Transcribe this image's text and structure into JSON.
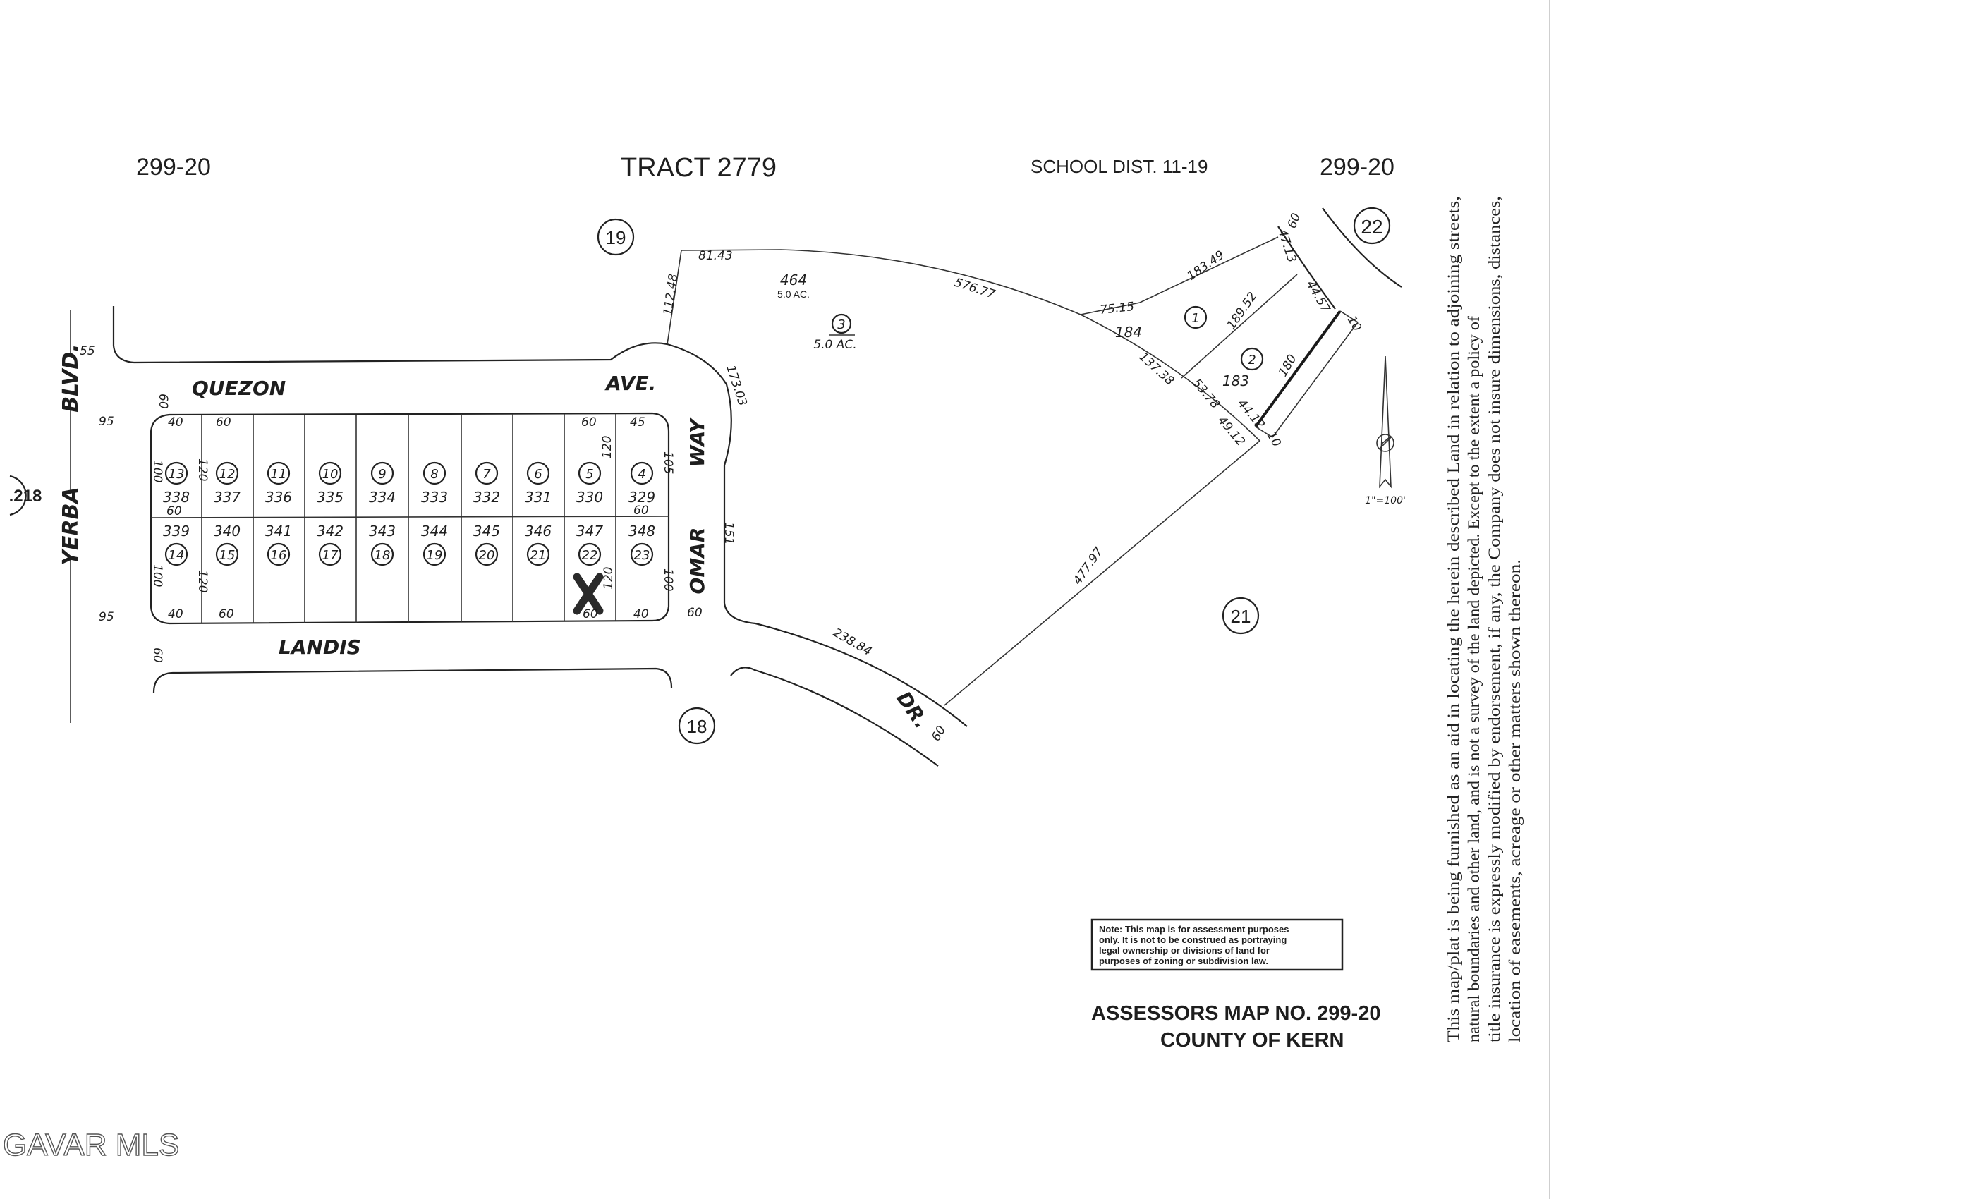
{
  "header": {
    "map_no_left": "299-20",
    "tract": "TRACT 2779",
    "school_dist": "SCHOOL DIST. 11-19",
    "map_no_right": "299-20"
  },
  "streets": {
    "quezon": "QUEZON",
    "ave": "AVE.",
    "way": "WAY",
    "omar": "OMAR",
    "landis": "LANDIS",
    "dr": "DR.",
    "yerba": "YERBA",
    "blvd": "BLVD."
  },
  "adjacent_pages": {
    "p19": "19",
    "p22": "22",
    "p21": "21",
    "p18": "18",
    "p218": ".218"
  },
  "block": {
    "top_row": [
      {
        "lot": "13",
        "parcel": "338"
      },
      {
        "lot": "12",
        "parcel": "337"
      },
      {
        "lot": "11",
        "parcel": "336"
      },
      {
        "lot": "10",
        "parcel": "335"
      },
      {
        "lot": "9",
        "parcel": "334"
      },
      {
        "lot": "8",
        "parcel": "333"
      },
      {
        "lot": "7",
        "parcel": "332"
      },
      {
        "lot": "6",
        "parcel": "331"
      },
      {
        "lot": "5",
        "parcel": "330"
      },
      {
        "lot": "4",
        "parcel": "329"
      }
    ],
    "bottom_row": [
      {
        "lot": "14",
        "parcel": "339"
      },
      {
        "lot": "15",
        "parcel": "340"
      },
      {
        "lot": "16",
        "parcel": "341"
      },
      {
        "lot": "17",
        "parcel": "342"
      },
      {
        "lot": "18",
        "parcel": "343"
      },
      {
        "lot": "19",
        "parcel": "344"
      },
      {
        "lot": "20",
        "parcel": "345"
      },
      {
        "lot": "21",
        "parcel": "346"
      },
      {
        "lot": "22",
        "parcel": "347"
      },
      {
        "lot": "23",
        "parcel": "348"
      }
    ],
    "marked_lot": "22"
  },
  "dimensions": {
    "d55": "55",
    "d95a": "95",
    "d95b": "95",
    "d60q": "60",
    "d60l": "60",
    "top40": "40",
    "top60": "60",
    "top60r": "60",
    "top45": "45",
    "bot40": "40",
    "bot60": "60",
    "bot60r": "60",
    "bot40r": "40",
    "d100a": "100",
    "d120a": "120",
    "d60m": "60",
    "d100b": "100",
    "d120b": "120",
    "d120c": "120",
    "d105": "105",
    "d60n": "60",
    "d120d": "120",
    "d100c": "100",
    "d60omar": "60",
    "d81_43": "81.43",
    "d112_48": "112.48",
    "d576_77": "576.77",
    "d173_03": "173.03",
    "d151": "151",
    "d238_84": "238.84",
    "d477_97": "477.97",
    "d75_15": "75.15",
    "d183_49": "183.49",
    "d137_38": "137.38",
    "d189_52": "189.52",
    "d180": "180",
    "d53_78": "53.78",
    "d44_12": "44.12",
    "d49_12": "49.12",
    "d47_13": "47.13",
    "d44_57": "44.57",
    "d60ne": "60",
    "d10a": "10",
    "d10b": "10",
    "d60dr": "60"
  },
  "parcels": {
    "p464": "464",
    "p464_ac": "5.0 AC.",
    "lot3": "3",
    "lot3_ac": "5.0 AC.",
    "p184": "184",
    "lot1": "1",
    "p183": "183",
    "lot2": "2"
  },
  "scale": "1\"=100'",
  "note": [
    "Note: This map is for assessment purposes",
    "only. It is not to be construed as portraying",
    "legal ownership or divisions of land for",
    "purposes of zoning or subdivision law."
  ],
  "footer": {
    "assessors": "ASSESSORS MAP NO. 299-20",
    "county": "COUNTY OF KERN"
  },
  "disclaimer": [
    "This map/plat is being furnished as an aid in locating the herein described Land in relation to adjoining streets,",
    "natural boundaries and other land, and is not a survey of the land depicted. Except to the extent a policy of",
    "title insurance is expressly modified by endorsement, if any, the Company does not insure dimensions, distances,",
    "location of easements, acreage or other matters shown thereon."
  ],
  "watermark": "GAVAR MLS"
}
